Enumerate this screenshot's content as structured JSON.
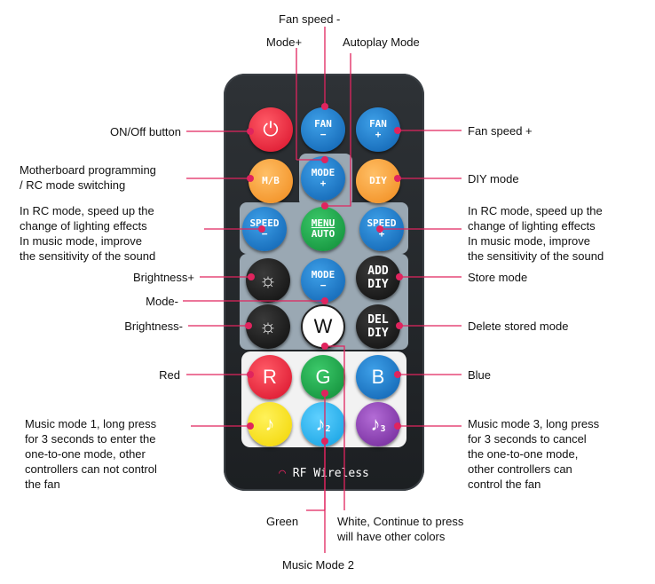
{
  "labels": {
    "fan_speed_minus": "Fan speed -",
    "mode_plus": "Mode+",
    "autoplay_mode": "Autoplay Mode",
    "on_off": "ON/Off button",
    "fan_speed_plus": "Fan speed +",
    "mb_programming": "Motherboard programming\n/ RC mode switching",
    "diy_mode": "DIY mode",
    "rc_speed_left": "In RC mode, speed up the\nchange of lighting effects\nIn music mode, improve\nthe sensitivity of the sound",
    "rc_speed_right": "In RC mode, speed up the\nchange of lighting effects\nIn music mode, improve\nthe sensitivity of the sound",
    "brightness_plus": "Brightness+",
    "store_mode": "Store mode",
    "mode_minus": "Mode-",
    "brightness_minus": "Brightness-",
    "delete_stored": "Delete stored mode",
    "red": "Red",
    "blue": "Blue",
    "music1": "Music mode 1, long press\nfor 3 seconds to enter the\none-to-one mode, other\ncontrollers can not control\nthe fan",
    "music3": "Music mode 3, long press\nfor 3 seconds to cancel\nthe one-to-one mode,\nother controllers can\ncontrol the fan",
    "green": "Green",
    "white": "White, Continue to press\nwill have other colors",
    "music2": "Music Mode 2"
  },
  "buttons": {
    "power": "⏻",
    "fan_minus": [
      "FAN",
      "−"
    ],
    "fan_plus": [
      "FAN",
      "+"
    ],
    "mb": "M/B",
    "mode_plus": [
      "MODE",
      "+"
    ],
    "diy": "DIY",
    "speed_minus": [
      "SPEED",
      "−"
    ],
    "menu_auto": [
      "MENU",
      "AUTO"
    ],
    "speed_plus": [
      "SPEED",
      "+"
    ],
    "mode_minus": [
      "MODE",
      "−"
    ],
    "add_diy": [
      "ADD",
      "DIY"
    ],
    "del_diy": [
      "DEL",
      "DIY"
    ],
    "w": "W",
    "r": "R",
    "g": "G",
    "b": "B",
    "m1": "♪",
    "m2": "♪",
    "m3": "♪",
    "m2_sub": "2",
    "m3_sub": "3",
    "brightness_plus_icon": "☼",
    "brightness_minus_icon": "☼"
  },
  "brand": "RF Wireless",
  "colors": {
    "line": "#e0245e",
    "dot": "#e0245e"
  }
}
